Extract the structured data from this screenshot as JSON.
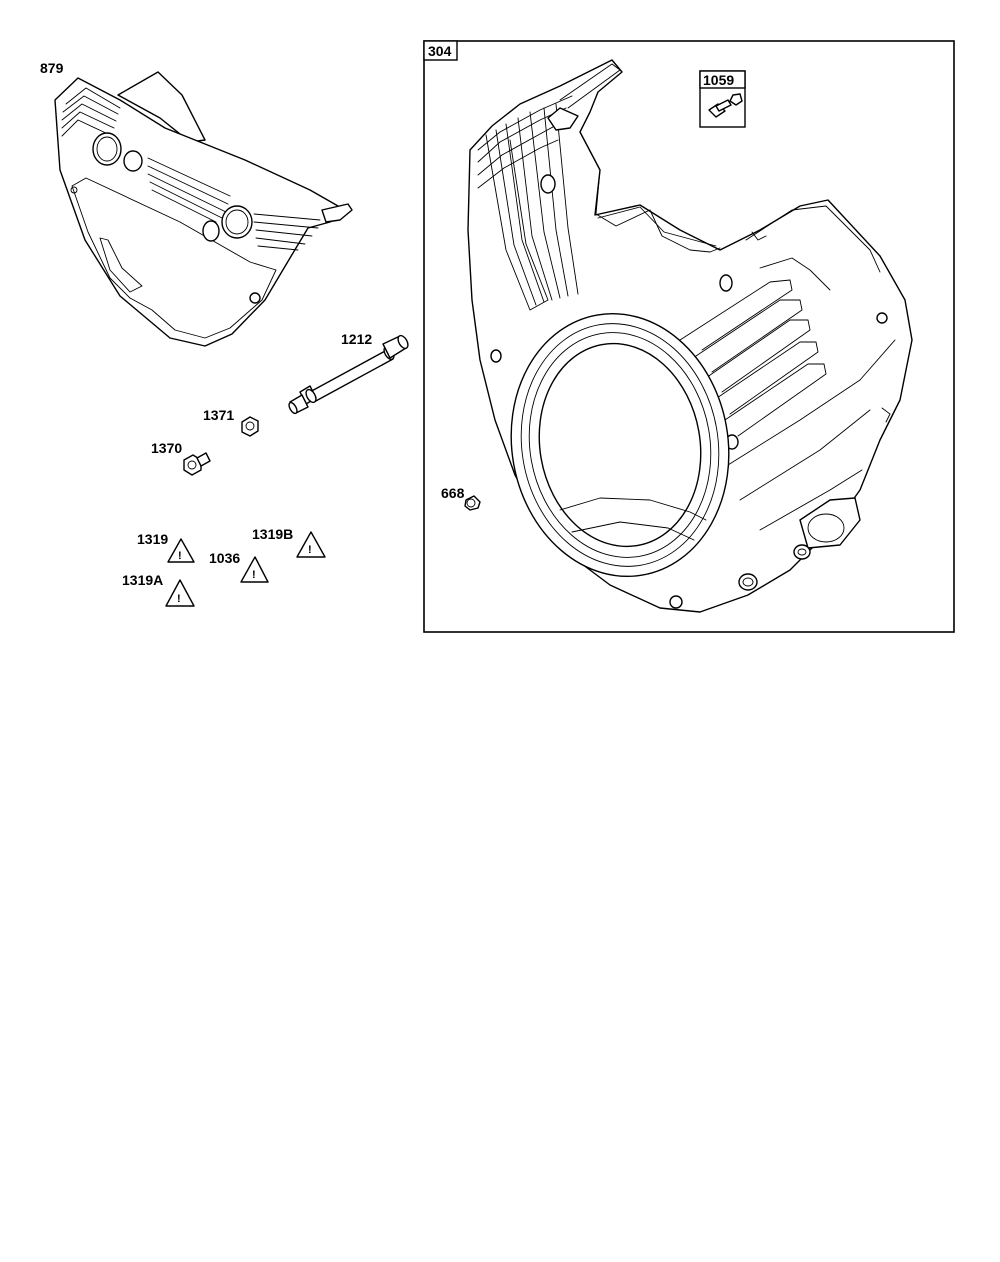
{
  "labels": {
    "p879": "879",
    "p1212": "1212",
    "p1371": "1371",
    "p1370": "1370",
    "p1319": "1319",
    "p1036": "1036",
    "p1319b": "1319B",
    "p1319a": "1319A",
    "p304": "304",
    "p1059": "1059",
    "p668": "668"
  },
  "icons": {
    "warning": "warning-triangle-icon"
  }
}
